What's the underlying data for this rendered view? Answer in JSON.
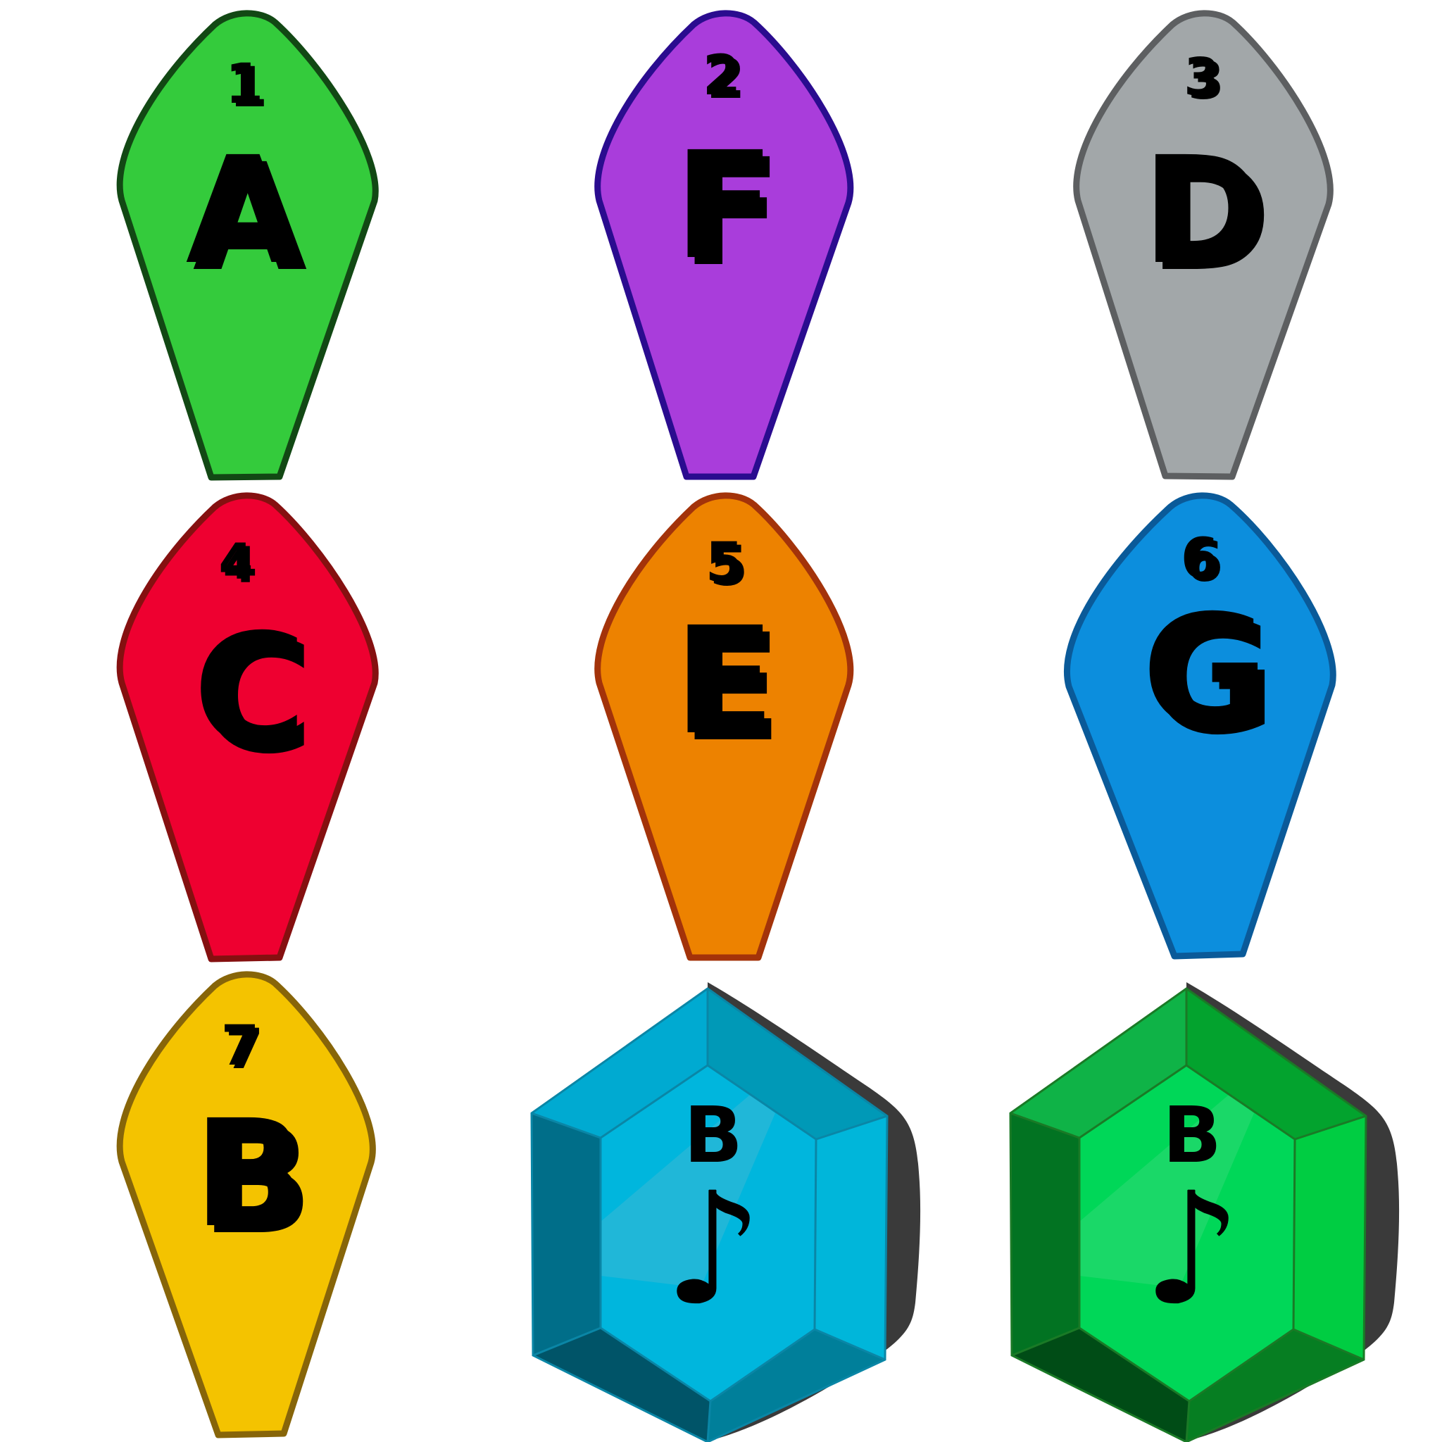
{
  "crystals": [
    {
      "number": "1",
      "letter": "A",
      "fill": "#34cb3c",
      "stroke": "#124814",
      "shadow": "#165a1a"
    },
    {
      "number": "2",
      "letter": "F",
      "fill": "#a93ddb",
      "stroke": "#2a0c8f",
      "shadow": "#5a1aa8"
    },
    {
      "number": "3",
      "letter": "D",
      "fill": "#a2a7a9",
      "stroke": "#5d5f61",
      "shadow": "#5d5f61"
    },
    {
      "number": "4",
      "letter": "C",
      "fill": "#ee0030",
      "stroke": "#851010",
      "shadow": "#9c0e0e"
    },
    {
      "number": "5",
      "letter": "E",
      "fill": "#ed8200",
      "stroke": "#a3330a",
      "shadow": "#c24d05"
    },
    {
      "number": "6",
      "letter": "G",
      "fill": "#0c8edd",
      "stroke": "#0a5a99",
      "shadow": "#0a5a99"
    },
    {
      "number": "7",
      "letter": "B",
      "fill": "#f4c300",
      "stroke": "#876509",
      "shadow": "#8a6a12"
    }
  ],
  "gems": [
    {
      "letter": "B",
      "note": "♪",
      "colors": {
        "top_left": "#00aad1",
        "top_right": "#0099b7",
        "right": "#00b6da",
        "bottom_right": "#007f9a",
        "bottom_left": "#005468",
        "left": "#006e89",
        "center": "#00b6dd",
        "highlight": "#3bb8d3",
        "edge": "#0a86a6",
        "shadow": "#3a3a3a"
      }
    },
    {
      "letter": "B",
      "note": "♪",
      "colors": {
        "top_left": "#0fb347",
        "top_right": "#03a32e",
        "right": "#00cd42",
        "bottom_right": "#067e22",
        "bottom_left": "#004c16",
        "left": "#027322",
        "center": "#00d758",
        "highlight": "#2fd877",
        "edge": "#1a7a26",
        "shadow": "#3a3a3a"
      }
    }
  ]
}
